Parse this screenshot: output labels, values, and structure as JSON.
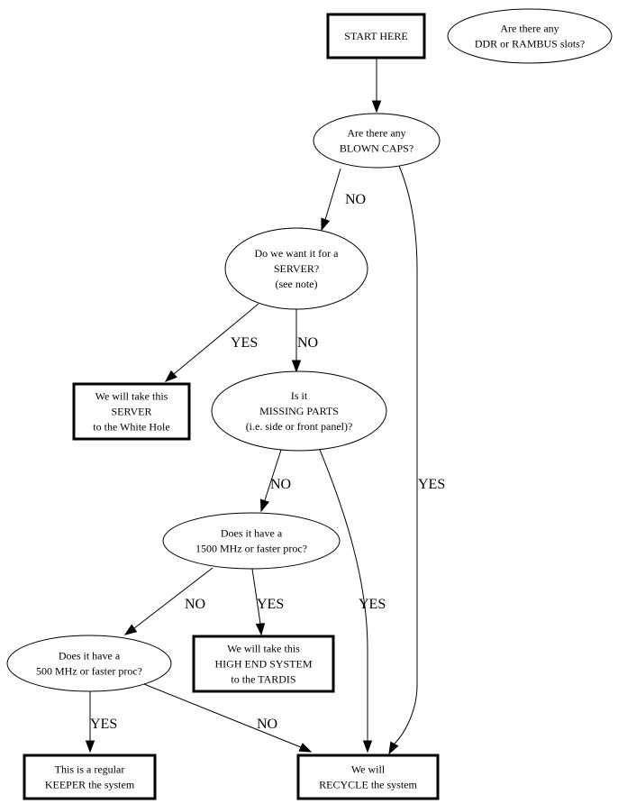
{
  "diagram": {
    "nodes": {
      "start": {
        "shape": "box",
        "lines": [
          "START HERE"
        ]
      },
      "ddr": {
        "shape": "ellipse",
        "lines": [
          "Are there any",
          "DDR or RAMBUS slots?"
        ]
      },
      "caps": {
        "shape": "ellipse",
        "lines": [
          "Are there any",
          "BLOWN CAPS?"
        ]
      },
      "server": {
        "shape": "ellipse",
        "lines": [
          "Do we want it for a",
          "SERVER?",
          "(see note)"
        ]
      },
      "whitehole": {
        "shape": "box",
        "lines": [
          "We will take this",
          "SERVER",
          "to the White Hole"
        ]
      },
      "missing": {
        "shape": "ellipse",
        "lines": [
          "Is it",
          "MISSING PARTS",
          "(i.e. side or front panel)?"
        ]
      },
      "mhz1500": {
        "shape": "ellipse",
        "lines": [
          "Does it have a",
          "1500 MHz or faster proc?"
        ]
      },
      "tardis": {
        "shape": "box",
        "lines": [
          "We will take this",
          "HIGH END SYSTEM",
          "to the TARDIS"
        ]
      },
      "mhz500": {
        "shape": "ellipse",
        "lines": [
          "Does it have a",
          "500 MHz or faster proc?"
        ]
      },
      "keeper": {
        "shape": "box",
        "lines": [
          "This is a regular",
          "KEEPER the system"
        ]
      },
      "recycle": {
        "shape": "box",
        "lines": [
          "We will",
          "RECYCLE the system"
        ]
      }
    },
    "edges": [
      {
        "from": "start",
        "to": "caps",
        "label": ""
      },
      {
        "from": "caps",
        "to": "server",
        "label": "NO"
      },
      {
        "from": "caps",
        "to": "recycle",
        "label": "YES"
      },
      {
        "from": "server",
        "to": "whitehole",
        "label": "YES"
      },
      {
        "from": "server",
        "to": "missing",
        "label": "NO"
      },
      {
        "from": "missing",
        "to": "mhz1500",
        "label": "NO"
      },
      {
        "from": "missing",
        "to": "recycle",
        "label": "YES"
      },
      {
        "from": "mhz1500",
        "to": "mhz500",
        "label": "NO"
      },
      {
        "from": "mhz1500",
        "to": "tardis",
        "label": "YES"
      },
      {
        "from": "mhz500",
        "to": "keeper",
        "label": "YES"
      },
      {
        "from": "mhz500",
        "to": "recycle",
        "label": "NO"
      }
    ]
  }
}
